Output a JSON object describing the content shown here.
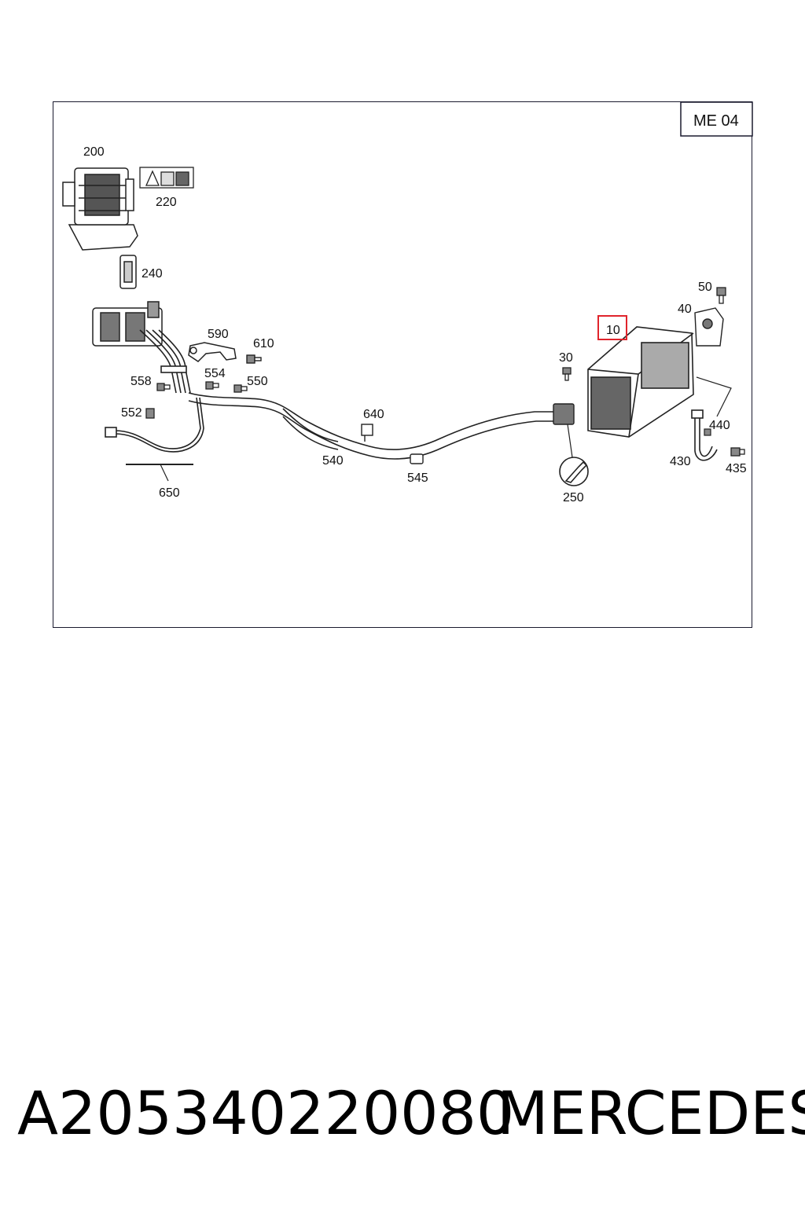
{
  "diagram": {
    "section_code": "ME 04",
    "highlighted_part": "10",
    "parts": {
      "p200": "200",
      "p220": "220",
      "p240": "240",
      "p590": "590",
      "p610": "610",
      "p554": "554",
      "p550": "550",
      "p558": "558",
      "p552": "552",
      "p650": "650",
      "p540": "540",
      "p640": "640",
      "p545": "545",
      "p250": "250",
      "p30": "30",
      "p10": "10",
      "p40": "40",
      "p50": "50",
      "p440": "440",
      "p430": "430",
      "p435": "435"
    },
    "colors": {
      "highlight": "#e0242c",
      "line": "#222222",
      "frame": "#1a1a2e"
    }
  },
  "footer": {
    "part_number": "A205340220080",
    "brand": "MERCEDES"
  }
}
